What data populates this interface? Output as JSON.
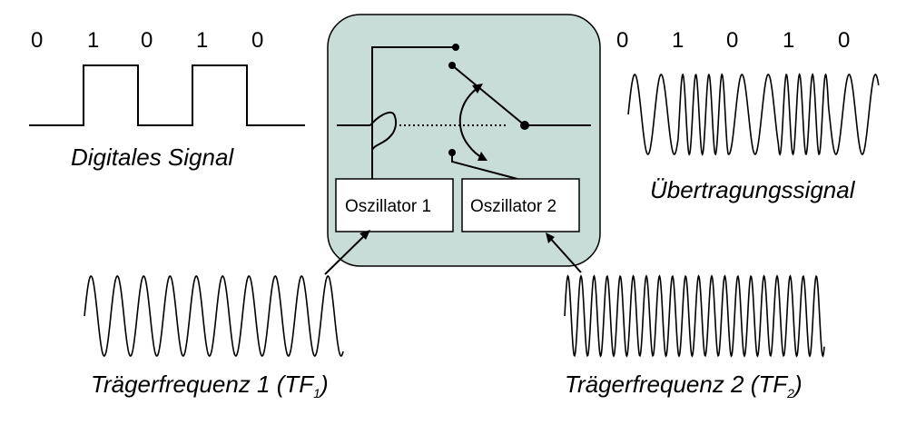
{
  "digital": {
    "bits": [
      "0",
      "1",
      "0",
      "1",
      "0"
    ],
    "label": "Digitales Signal"
  },
  "transmission": {
    "bits": [
      "0",
      "1",
      "0",
      "1",
      "0"
    ],
    "label": "Übertragungssignal"
  },
  "carrier1": {
    "label_main": "Trägerfrequenz 1 (TF",
    "label_sub": "1",
    "label_close": ")"
  },
  "carrier2": {
    "label_main": "Trägerfrequenz 2 (TF",
    "label_sub": "2",
    "label_close": ")"
  },
  "modulator": {
    "fill_color": "#c9ddd8",
    "oscillator1": "Oszillator 1",
    "oscillator2": "Oszillator 2"
  }
}
